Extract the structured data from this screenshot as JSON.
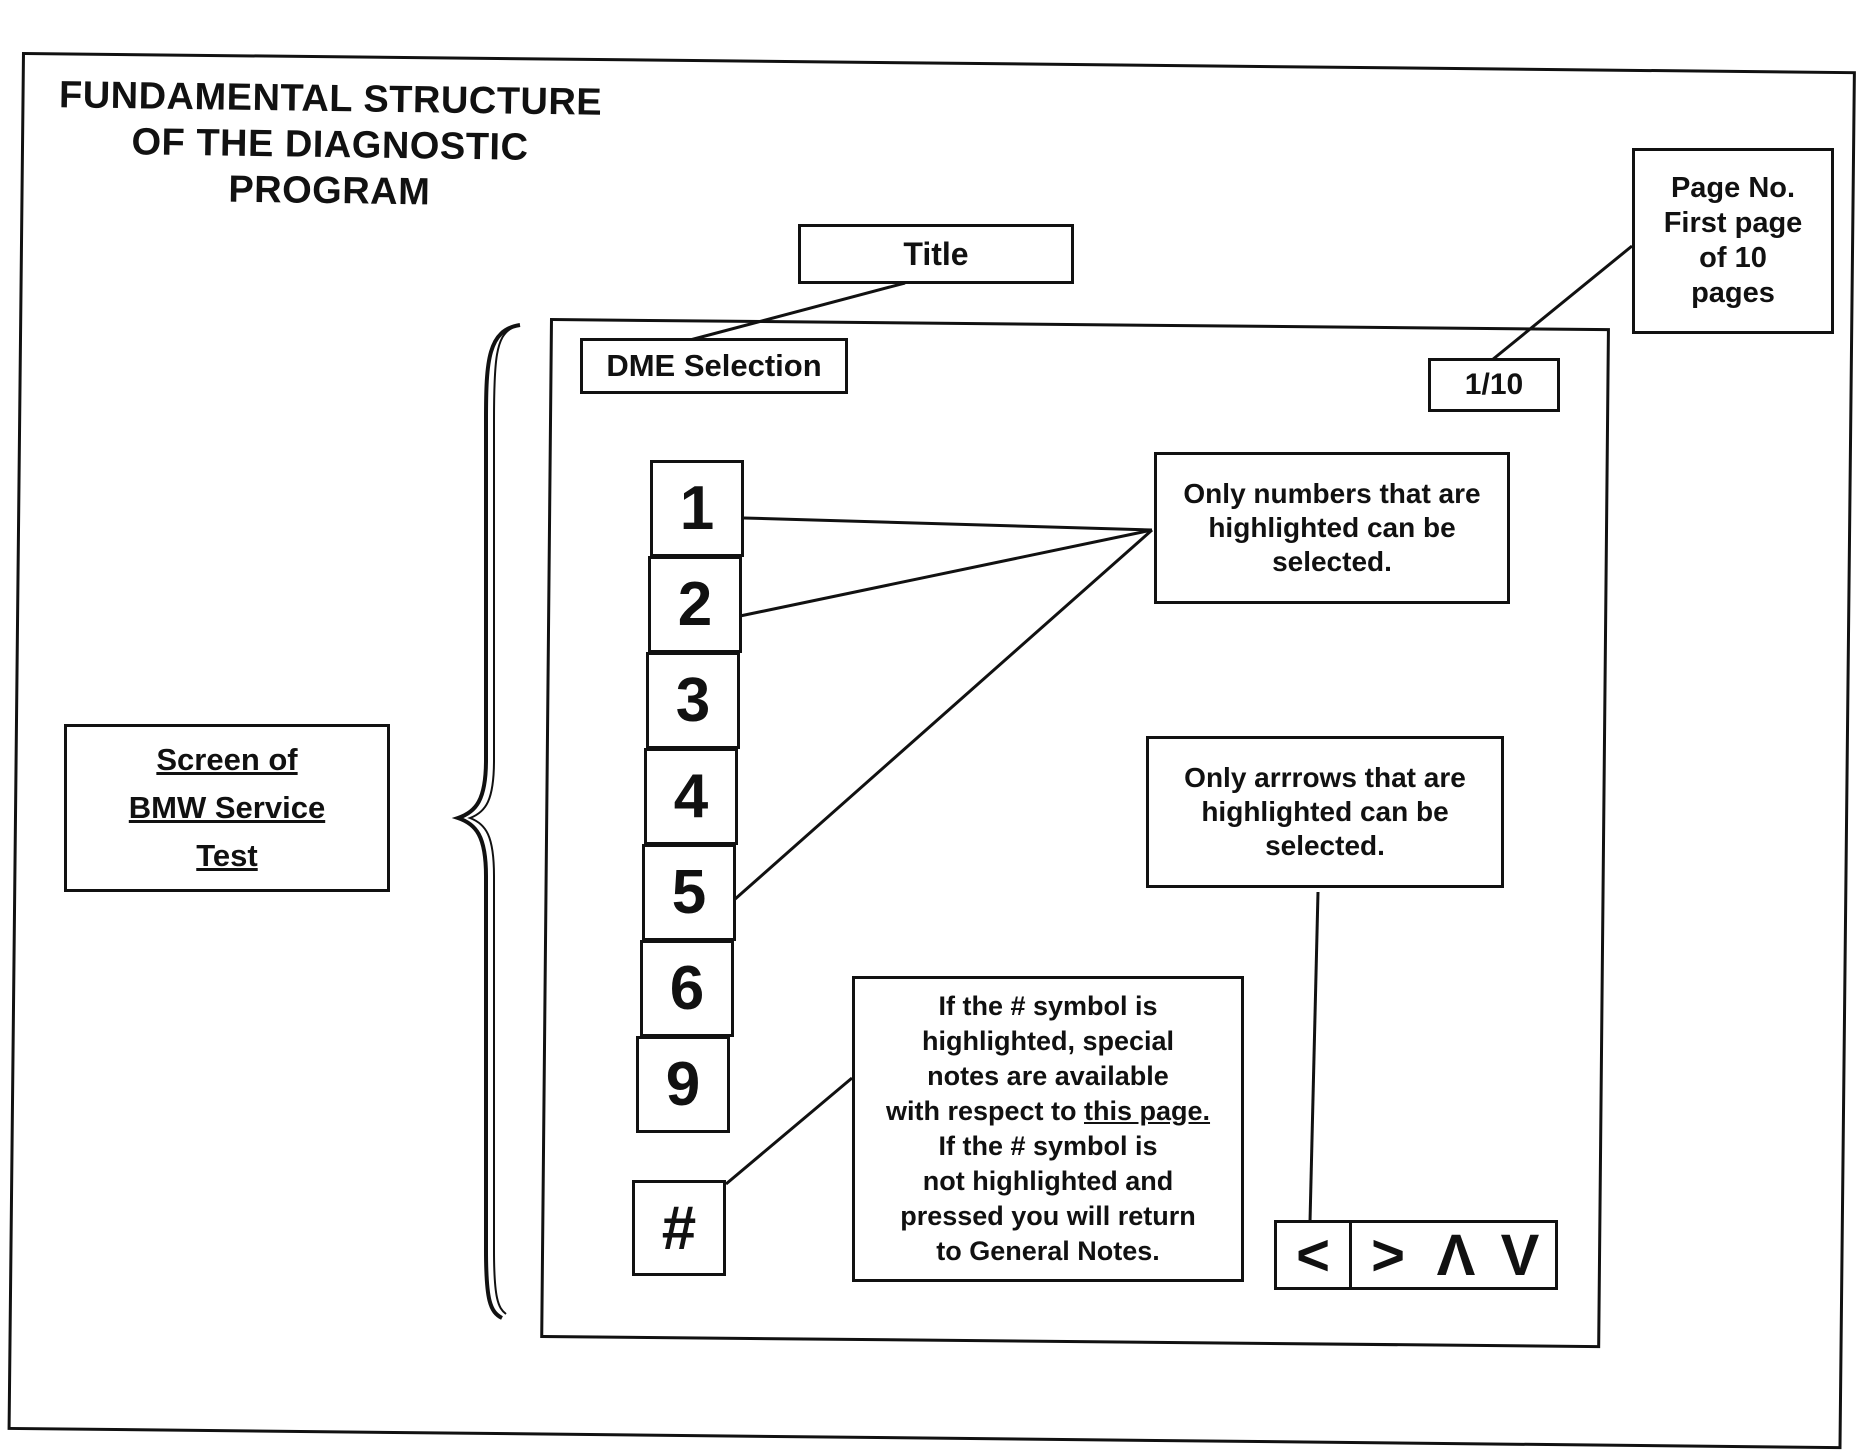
{
  "diagram": {
    "title_lines": [
      "FUNDAMENTAL STRUCTURE",
      "OF THE DIAGNOSTIC",
      "PROGRAM"
    ],
    "title_label": "Title",
    "page_note_lines": [
      "Page No.",
      "First page",
      "of 10",
      "pages"
    ],
    "screen_label_lines": [
      "Screen of",
      "BMW Service",
      "Test"
    ],
    "screen": {
      "header": "DME Selection",
      "page_indicator": "1/10",
      "numbers": [
        "1",
        "2",
        "3",
        "4",
        "5",
        "6",
        "9"
      ],
      "hash": "#",
      "arrows": [
        "<",
        ">",
        "Λ",
        "V"
      ]
    },
    "numbers_note_lines": [
      "Only numbers that are",
      "highlighted can be",
      "selected."
    ],
    "arrows_note_lines": [
      "Only arrrows that are",
      "highlighted can be",
      "selected."
    ],
    "hash_note": {
      "line1": "If the # symbol is",
      "line2": "highlighted, special",
      "line3": "notes are available",
      "line4_prefix": "with respect to ",
      "line4_underlined": "this page.",
      "line5": "If the # symbol is",
      "line6": "not highlighted and",
      "line7": "pressed you will return",
      "line8": "to General Notes."
    }
  }
}
